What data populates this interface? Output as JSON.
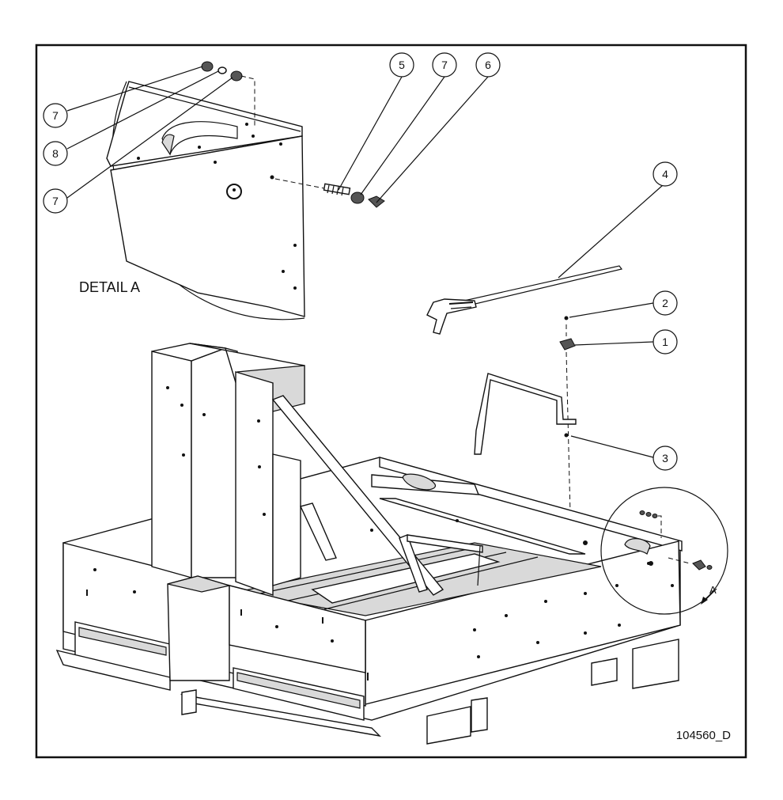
{
  "drawing_number": "104560_D",
  "detail_label": "DETAIL A",
  "detail_marker": "A",
  "callouts": [
    {
      "id": "c7a",
      "label": "7"
    },
    {
      "id": "c8",
      "label": "8"
    },
    {
      "id": "c7b",
      "label": "7"
    },
    {
      "id": "c5",
      "label": "5"
    },
    {
      "id": "c7c",
      "label": "7"
    },
    {
      "id": "c6",
      "label": "6"
    },
    {
      "id": "c4",
      "label": "4"
    },
    {
      "id": "c2",
      "label": "2"
    },
    {
      "id": "c1",
      "label": "1"
    },
    {
      "id": "c3",
      "label": "3"
    }
  ]
}
